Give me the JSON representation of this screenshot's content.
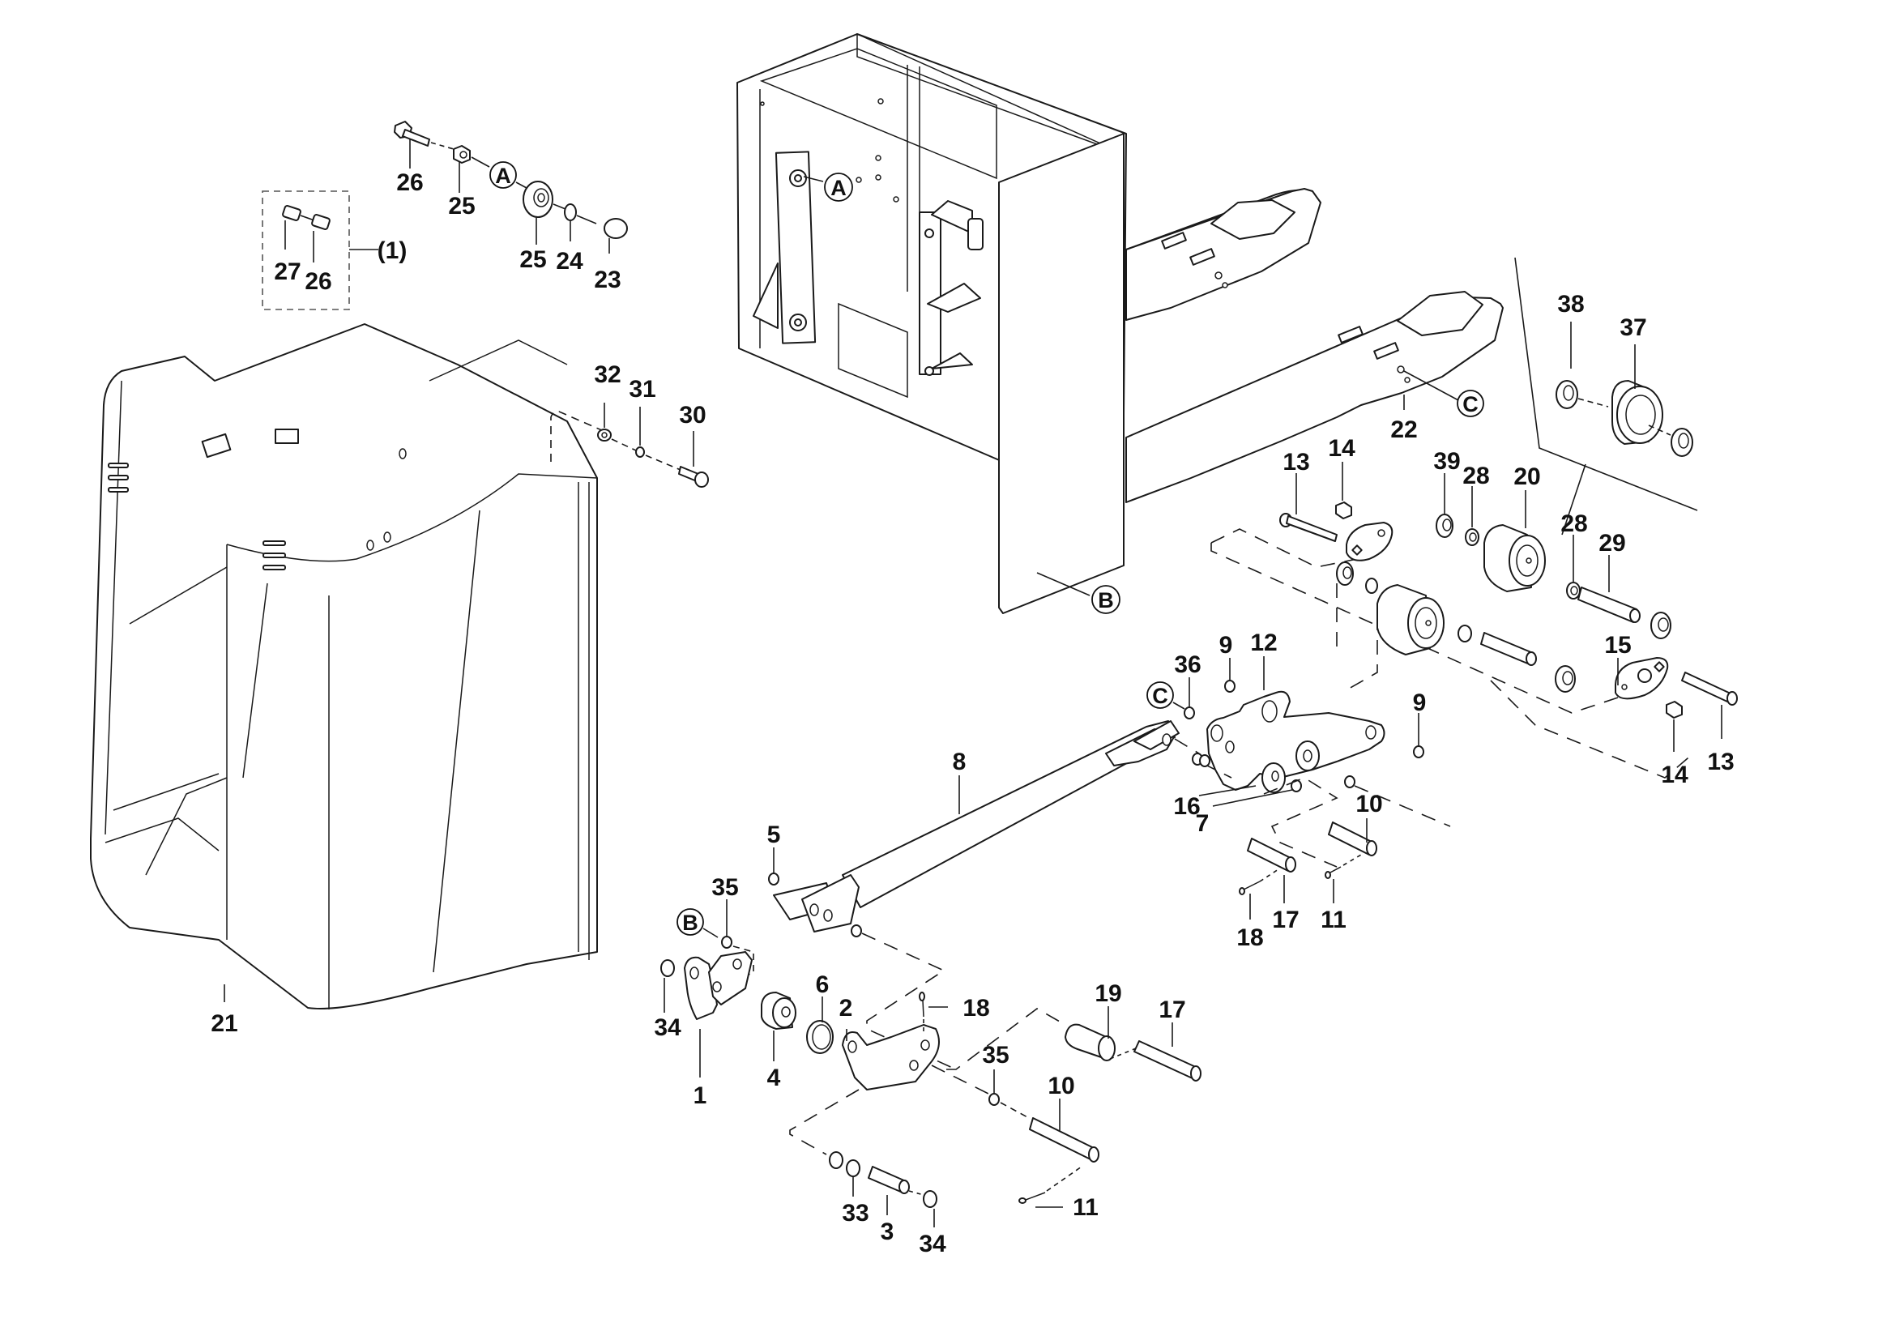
{
  "diagram": {
    "title": "Exploded parts view - pallet truck frame, forks and linkage",
    "kit_label": "(1)",
    "reference_markers": [
      "A",
      "A",
      "B",
      "B",
      "C",
      "C"
    ],
    "callouts": {
      "p1": "1",
      "p2": "2",
      "p3": "3",
      "p4": "4",
      "p5": "5",
      "p6": "6",
      "p7": "7",
      "p8": "8",
      "p9a": "9",
      "p9b": "9",
      "p10a": "10",
      "p10b": "10",
      "p11a": "11",
      "p11b": "11",
      "p12": "12",
      "p13a": "13",
      "p13b": "13",
      "p14a": "14",
      "p14b": "14",
      "p15": "15",
      "p16": "16",
      "p17a": "17",
      "p17b": "17",
      "p18a": "18",
      "p18b": "18",
      "p19": "19",
      "p20": "20",
      "p21": "21",
      "p22": "22",
      "p23": "23",
      "p24": "24",
      "p25a": "25",
      "p25b": "25",
      "p26a": "26",
      "p26b": "26",
      "p27": "27",
      "p28a": "28",
      "p28b": "28",
      "p29": "29",
      "p30": "30",
      "p31": "31",
      "p32": "32",
      "p33": "33",
      "p34a": "34",
      "p34b": "34",
      "p35a": "35",
      "p35b": "35",
      "p36": "36",
      "p37": "37",
      "p38": "38",
      "p39": "39"
    },
    "markers": {
      "a1": "A",
      "a2": "A",
      "b1": "B",
      "b2": "B",
      "c1": "C",
      "c2": "C"
    }
  }
}
